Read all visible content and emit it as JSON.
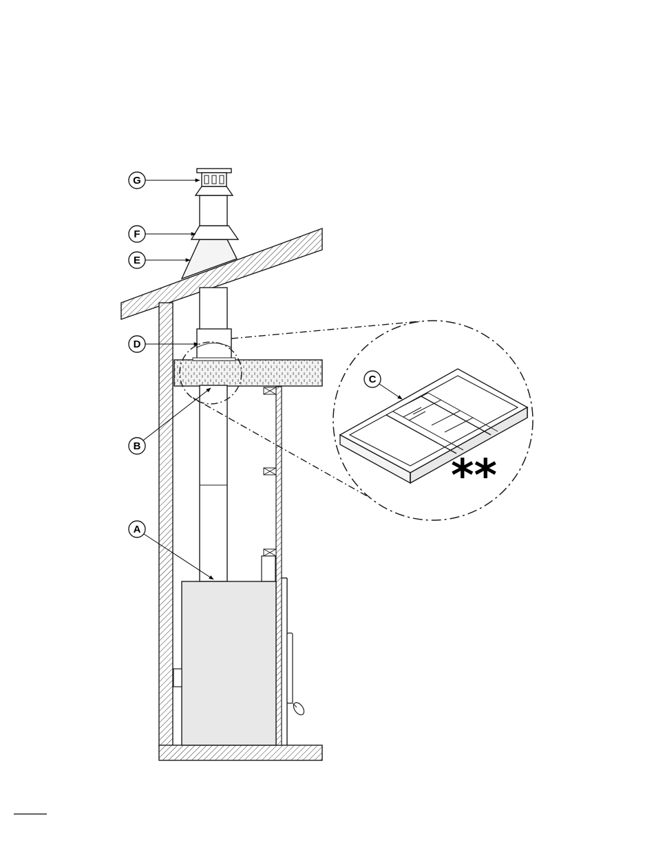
{
  "diagram": {
    "callouts": [
      {
        "id": "g",
        "label": "G"
      },
      {
        "id": "f",
        "label": "F"
      },
      {
        "id": "e",
        "label": "E"
      },
      {
        "id": "d",
        "label": "D"
      },
      {
        "id": "c",
        "label": "C"
      },
      {
        "id": "b",
        "label": "B"
      },
      {
        "id": "a",
        "label": "A"
      }
    ],
    "detail_mark": "**"
  },
  "colors": {
    "line": "#1a1a1a",
    "appliance_fill": "#e8e8e8",
    "insulation_fill": "#f2f2f2",
    "frame_fill": "#f4f4f4",
    "background": "#ffffff"
  }
}
